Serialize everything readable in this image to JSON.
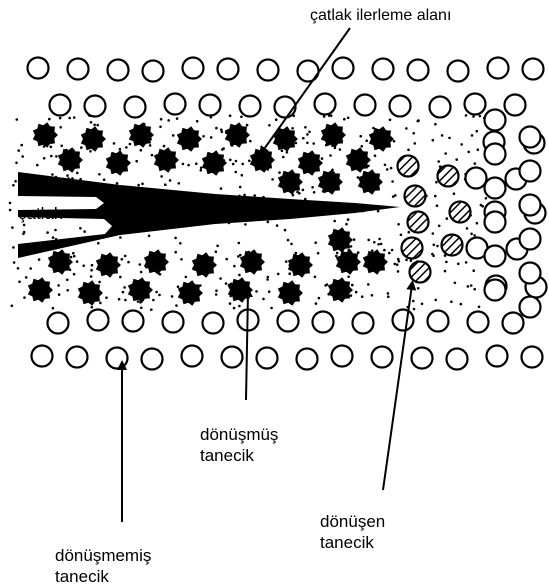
{
  "labels": {
    "crack_zone": "çatlak ilerleme alanı",
    "crack": "çatlak",
    "transformed": [
      "dönüşmüş",
      "tanecik"
    ],
    "transforming": [
      "dönüşen",
      "tanecik"
    ],
    "untransformed": [
      "dönüşmemiş",
      "tanecik"
    ]
  },
  "colors": {
    "ink": "#000000",
    "background": "#ffffff",
    "hatch_fill": "#ffffff"
  },
  "icons": {
    "untransformed": "hollow-circle",
    "transformed": "filled-spiky-circle",
    "transforming": "hatched-circle"
  }
}
